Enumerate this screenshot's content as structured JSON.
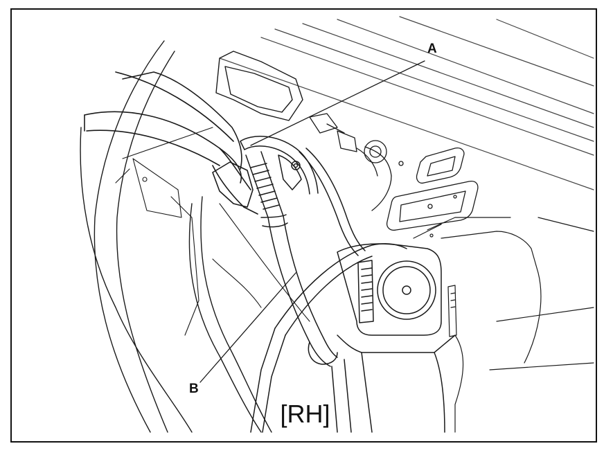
{
  "callouts": {
    "a": "A",
    "b": "B"
  },
  "view_label": "[RH]",
  "colors": {
    "line": "#1a1a1a",
    "light_line": "#555555",
    "background": "#ffffff"
  }
}
